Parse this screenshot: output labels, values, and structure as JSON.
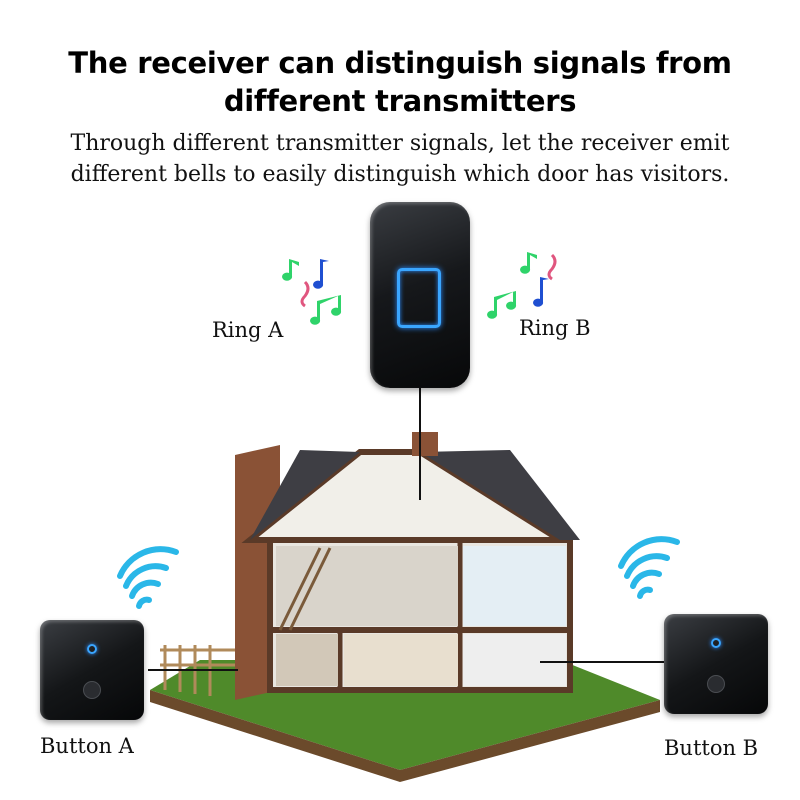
{
  "headline": {
    "line1": "The receiver can distinguish signals from",
    "line2": "different transmitters"
  },
  "subtext": {
    "line1": "Through different transmitter signals, let the receiver emit",
    "line2": "different bells to easily distinguish which door has visitors."
  },
  "labels": {
    "ring_a": "Ring  A",
    "ring_b": "Ring  B",
    "button_a": "Button  A",
    "button_b": "Button  B"
  },
  "colors": {
    "wifi": "#2ab7e8",
    "led": "#3aa6ff",
    "note_green": "#2fd36a",
    "note_blue": "#1f4fd1",
    "note_pink": "#e0567f"
  }
}
